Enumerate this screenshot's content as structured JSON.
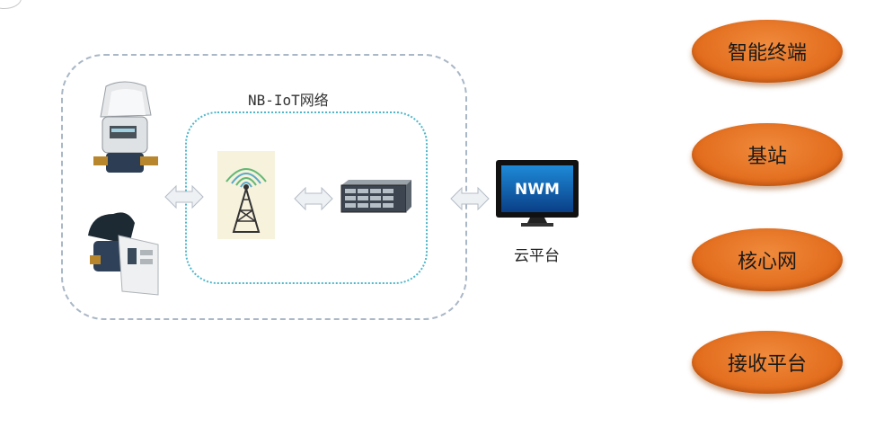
{
  "network": {
    "label": "NB-IoT网络"
  },
  "cloud": {
    "label": "云平台",
    "screen_text": "NWM"
  },
  "legend": {
    "items": [
      {
        "label": "智能终端"
      },
      {
        "label": "基站"
      },
      {
        "label": "核心网"
      },
      {
        "label": "接收平台"
      }
    ]
  },
  "colors": {
    "pill": "#e26b1c",
    "outer_border": "#a9b7c6",
    "inner_border": "#4fb7c9"
  },
  "icons": [
    "water-meter-icon",
    "water-meter-icon",
    "cell-tower-icon",
    "server-icon",
    "monitor-icon",
    "double-arrow-icon"
  ]
}
